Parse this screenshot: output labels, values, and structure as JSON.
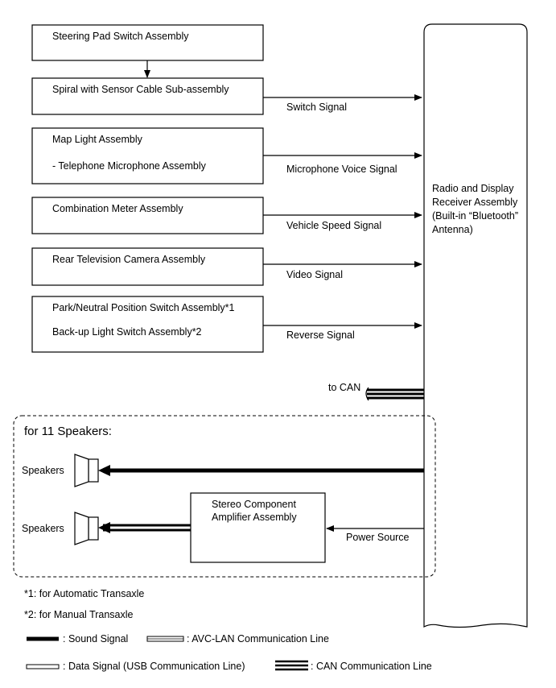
{
  "components": {
    "steering_pad": "Steering Pad Switch Assembly",
    "spiral": "Spiral with Sensor Cable Sub-assembly",
    "map_light": "Map Light Assembly",
    "telephone_mic": "- Telephone Microphone Assembly",
    "combination_meter": "Combination Meter Assembly",
    "rear_camera": "Rear Television Camera Assembly",
    "park_neutral": "Park/Neutral Position Switch Assembly*1",
    "backup_light": "Back-up Light Switch Assembly*2",
    "stereo_amp_line1": "Stereo Component",
    "stereo_amp_line2": "Amplifier Assembly"
  },
  "receiver": {
    "line1": "Radio and Display",
    "line2": "Receiver Assembly",
    "line3": "(Built-in “Bluetooth”",
    "line4": "Antenna)"
  },
  "signals": {
    "switch": "Switch Signal",
    "microphone": "Microphone Voice Signal",
    "vehicle_speed": "Vehicle Speed Signal",
    "video": "Video Signal",
    "reverse": "Reverse Signal",
    "to_can": "to CAN",
    "power_source": "Power Source"
  },
  "speaker_group": {
    "title": "for 11 Speakers:",
    "speakers_1": "Speakers",
    "speakers_2": "Speakers"
  },
  "footnotes": {
    "note1": "*1: for Automatic Transaxle",
    "note2": "*2: for Manual Transaxle"
  },
  "legend": {
    "sound": ": Sound Signal",
    "avc_lan": ": AVC-LAN Communication Line",
    "data": ": Data Signal (USB Communication Line)",
    "can": ": CAN Communication Line"
  }
}
